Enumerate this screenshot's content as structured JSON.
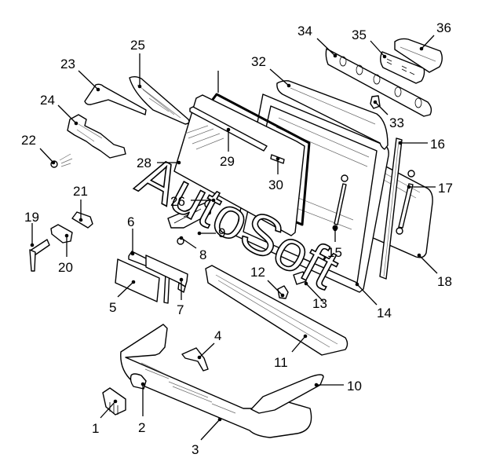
{
  "diagram": {
    "title": "Rear tailgate and bumper exploded parts diagram",
    "watermark": "AutoSoft",
    "callouts": [
      {
        "id": "1",
        "text": "1"
      },
      {
        "id": "2",
        "text": "2"
      },
      {
        "id": "3",
        "text": "3"
      },
      {
        "id": "4",
        "text": "4"
      },
      {
        "id": "5",
        "text": "5"
      },
      {
        "id": "6",
        "text": "6"
      },
      {
        "id": "7",
        "text": "7"
      },
      {
        "id": "8",
        "text": "8"
      },
      {
        "id": "9",
        "text": "9"
      },
      {
        "id": "10",
        "text": "10"
      },
      {
        "id": "11",
        "text": "11"
      },
      {
        "id": "12",
        "text": "12"
      },
      {
        "id": "13",
        "text": "13"
      },
      {
        "id": "14",
        "text": "14"
      },
      {
        "id": "15",
        "text": "15"
      },
      {
        "id": "16",
        "text": "16"
      },
      {
        "id": "17",
        "text": "17"
      },
      {
        "id": "18",
        "text": "18"
      },
      {
        "id": "19",
        "text": "19"
      },
      {
        "id": "20",
        "text": "20"
      },
      {
        "id": "21",
        "text": "21"
      },
      {
        "id": "22",
        "text": "22"
      },
      {
        "id": "23",
        "text": "23"
      },
      {
        "id": "24",
        "text": "24"
      },
      {
        "id": "25",
        "text": "25"
      },
      {
        "id": "26",
        "text": "26"
      },
      {
        "id": "28",
        "text": "28"
      },
      {
        "id": "29",
        "text": "29"
      },
      {
        "id": "30",
        "text": "30"
      },
      {
        "id": "32",
        "text": "32"
      },
      {
        "id": "33",
        "text": "33"
      },
      {
        "id": "34",
        "text": "34"
      },
      {
        "id": "35",
        "text": "35"
      },
      {
        "id": "36",
        "text": "36"
      }
    ]
  }
}
